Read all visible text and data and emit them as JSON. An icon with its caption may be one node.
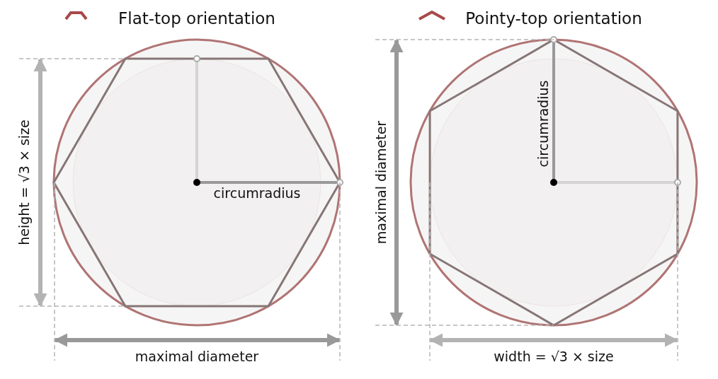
{
  "diagram": {
    "labels": [
      "Flat-top orientation",
      "Pointy-top orientation",
      "height = √3 × size",
      "circumradius",
      "maximal diameter",
      "maximal diameter",
      "circumradius",
      "width = √3 × size"
    ]
  }
}
